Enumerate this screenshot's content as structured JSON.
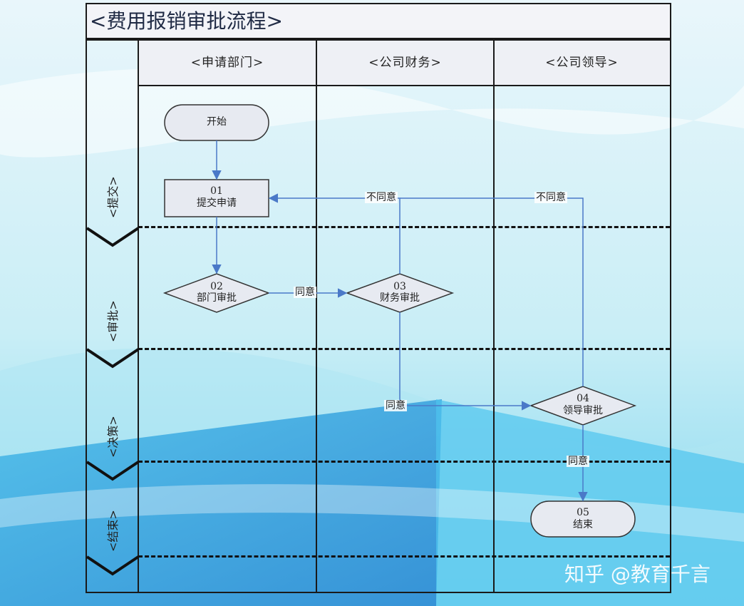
{
  "title": "<费用报销审批流程>",
  "lanes": [
    "<申请部门>",
    "<公司财务>",
    "<公司领导>"
  ],
  "phases": [
    "<提交>",
    "<审批>",
    "<决策>",
    "<结束>"
  ],
  "nodes": {
    "start": {
      "label": "开始"
    },
    "n01": {
      "id": "01",
      "label": "提交申请"
    },
    "n02": {
      "id": "02",
      "label": "部门审批"
    },
    "n03": {
      "id": "03",
      "label": "财务审批"
    },
    "n04": {
      "id": "04",
      "label": "领导审批"
    },
    "n05": {
      "id": "05",
      "label": "结束"
    }
  },
  "edge_labels": {
    "agree_02_03": "同意",
    "agree_03_04": "同意",
    "agree_04_05": "同意",
    "reject_03": "不同意",
    "reject_04": "不同意"
  },
  "watermark": "知乎 @教育千言",
  "colors": {
    "arrow": "#4a79c8",
    "node_fill": "#e7eaf1",
    "node_stroke": "#333333",
    "line": "#1a1a1a"
  }
}
